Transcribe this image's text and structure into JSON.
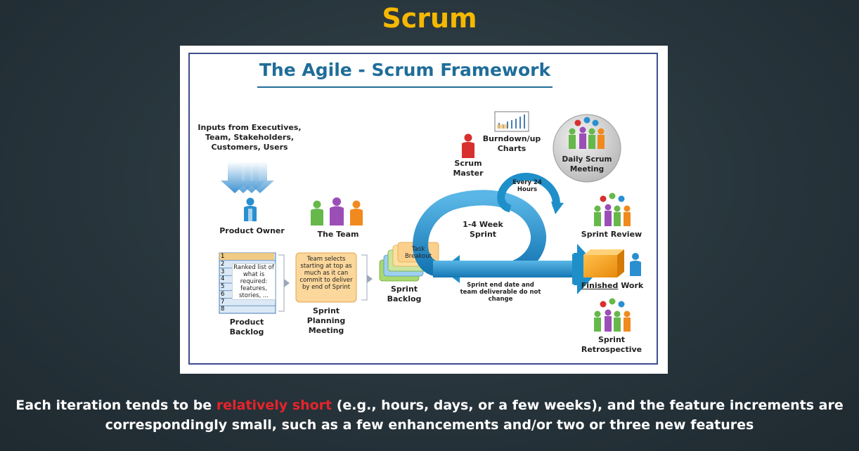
{
  "slide_title": "Scrum",
  "figure": {
    "title": "The Agile - Scrum Framework",
    "inputs_label": "Inputs from Executives, Team, Stakeholders, Customers, Users",
    "product_owner": "Product Owner",
    "the_team": "The Team",
    "backlog_rows": [
      "1",
      "2",
      "3",
      "4",
      "5",
      "6",
      "7",
      "8"
    ],
    "backlog_note": "Ranked list of what is required: features, stories, ...",
    "product_backlog": "Product Backlog",
    "planning_note": "Team selects starting at top as much as it can commit to deliver by end of Sprint",
    "sprint_planning": "Sprint Planning Meeting",
    "task_breakout": "Task Breakout",
    "sprint_backlog": "Sprint Backlog",
    "scrum_master": "Scrum Master",
    "burndown": "Burndown/up Charts",
    "daily_scrum": "Daily Scrum Meeting",
    "every_24": "Every 24 Hours",
    "sprint_cycle": "1-4 Week Sprint",
    "sprint_end_note": "Sprint end date and team deliverable do not change",
    "sprint_review": "Sprint Review",
    "finished": "Finished",
    "work": " Work",
    "sprint_retro": "Sprint Retrospective"
  },
  "caption": {
    "before": "Each iteration tends to be ",
    "highlight": "relatively short",
    "after": " (e.g., hours, days, or a few weeks), and the feature increments are correspondingly small, such as a few enhancements and/or two or three new features"
  },
  "colors": {
    "title": "#f5b800",
    "highlight": "#e8232a",
    "arrow_blue": "#1e8fc9",
    "figure_title": "#1f6d99"
  }
}
